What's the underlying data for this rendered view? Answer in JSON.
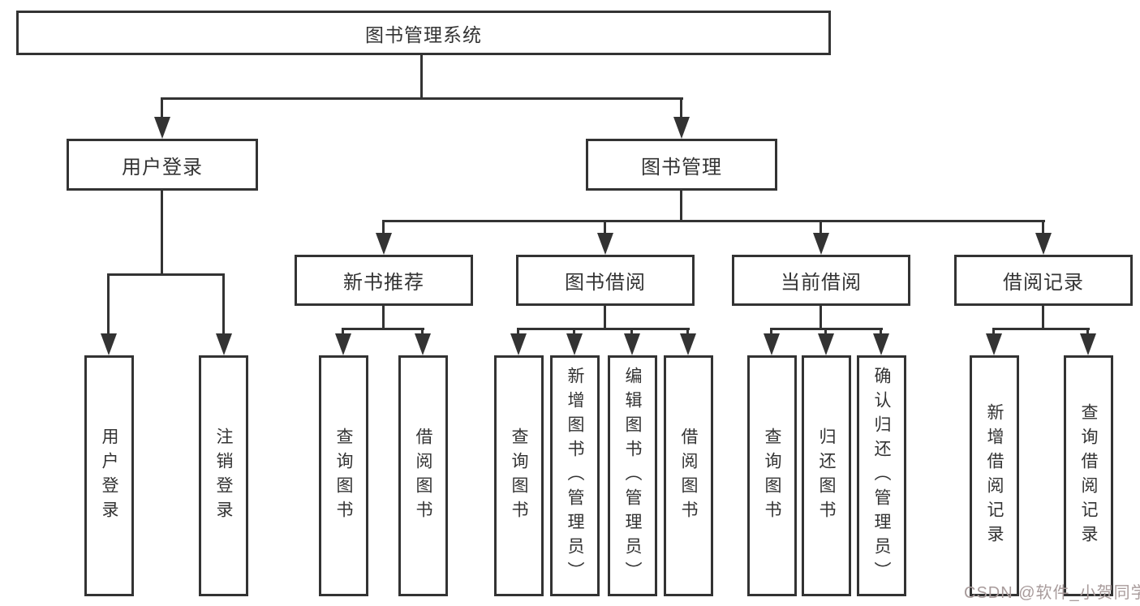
{
  "colors": {
    "line": "#333333",
    "text": "#333333",
    "box_border": "#333333",
    "box_fill": "#ffffff",
    "watermark_text_color": "#a89b9b"
  },
  "tree": {
    "root": {
      "label": "图书管理系统"
    },
    "branches": [
      {
        "label": "用户登录",
        "children": [
          {
            "label": "用户登录"
          },
          {
            "label": "注销登录"
          }
        ]
      },
      {
        "label": "图书管理",
        "children": [
          {
            "label": "新书推荐",
            "children": [
              {
                "label": "查询图书"
              },
              {
                "label": "借阅图书"
              }
            ]
          },
          {
            "label": "图书借阅",
            "children": [
              {
                "label": "查询图书"
              },
              {
                "label": "新增图书（管理员）"
              },
              {
                "label": "编辑图书（管理员）"
              },
              {
                "label": "借阅图书"
              }
            ]
          },
          {
            "label": "当前借阅",
            "children": [
              {
                "label": "查询图书"
              },
              {
                "label": "归还图书"
              },
              {
                "label": "确认归还（管理员）"
              }
            ]
          },
          {
            "label": "借阅记录",
            "children": [
              {
                "label": "新增借阅记录"
              },
              {
                "label": "查询借阅记录"
              }
            ]
          }
        ]
      }
    ]
  },
  "watermark": {
    "text": "CSDN @软件_小贺同学"
  }
}
